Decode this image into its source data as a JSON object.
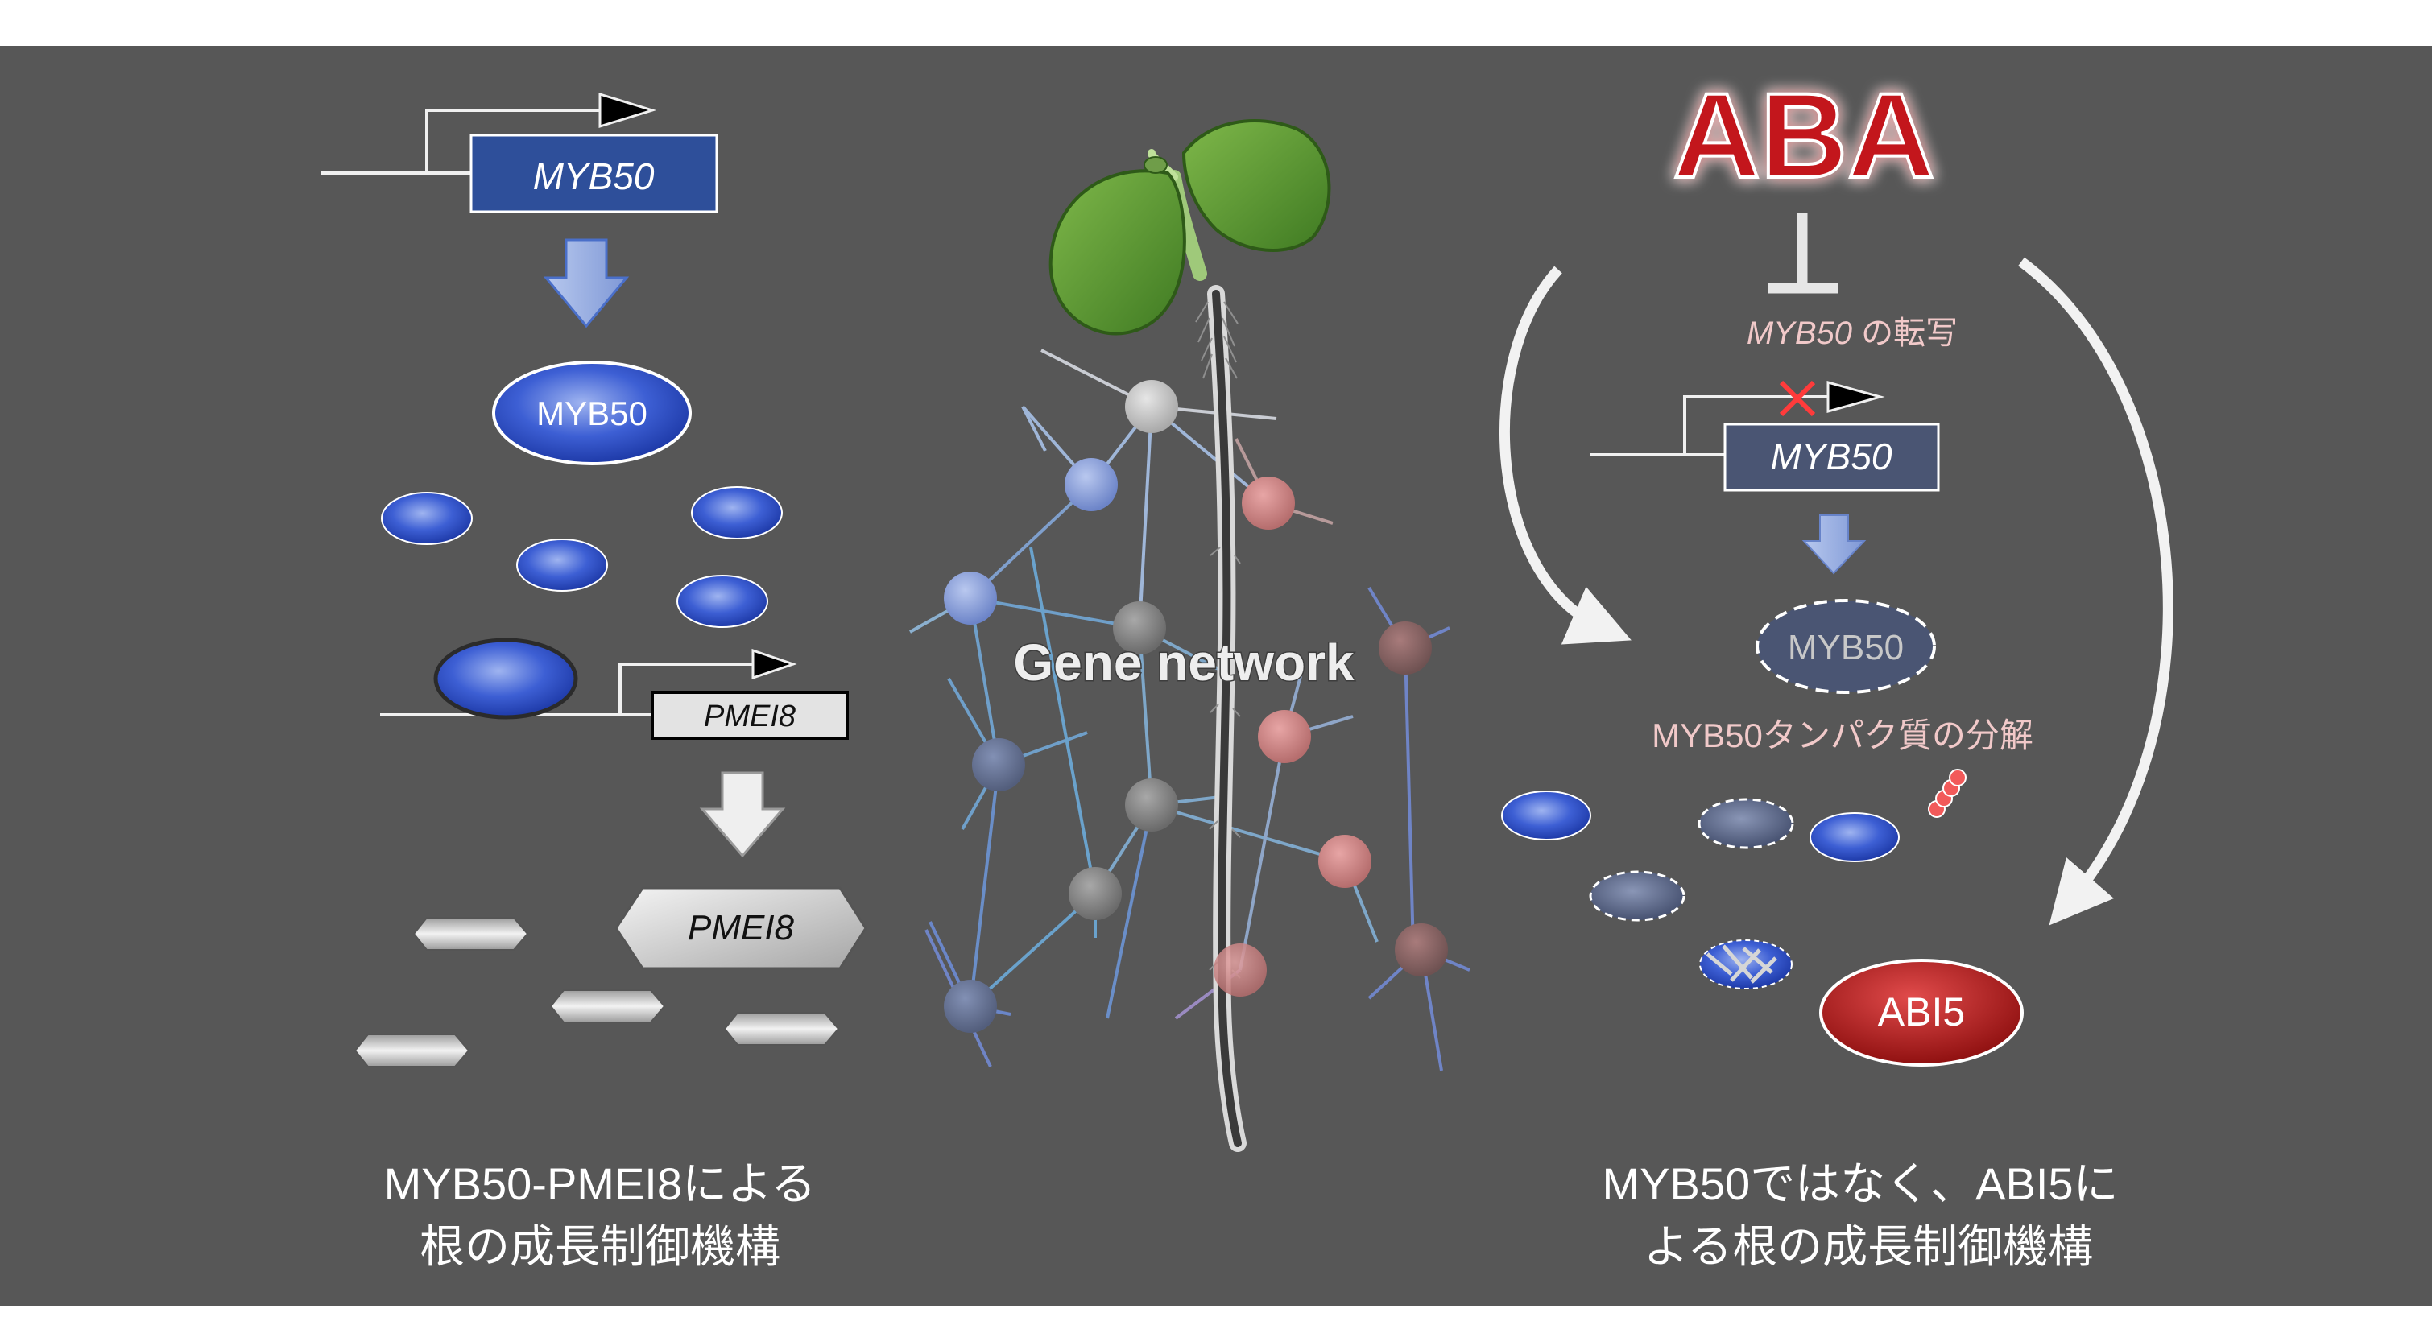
{
  "left": {
    "gene_label": "MYB50",
    "protein_label": "MYB50",
    "target_gene_label": "PMEI8",
    "target_protein_label": "PMEI8",
    "caption_line1": "MYB50-PMEI8による",
    "caption_line2": "根の成長制御機構"
  },
  "center": {
    "network_label": "Gene network"
  },
  "right": {
    "hormone_label": "ABA",
    "repression_label_italic": "MYB50",
    "repression_label_rest": " の転写",
    "gene_label": "MYB50",
    "protein_label": "MYB50",
    "degradation_label": "MYB50タンパク質の分解",
    "abi5_label": "ABI5",
    "caption_line1": "MYB50ではなく、ABI5に",
    "caption_line2": "よる根の成長制御機構"
  },
  "colors": {
    "background": "#575757",
    "gene_box": "#2e4f9a",
    "aba_red": "#b5121b",
    "abi5_red": "#b71c1c"
  }
}
